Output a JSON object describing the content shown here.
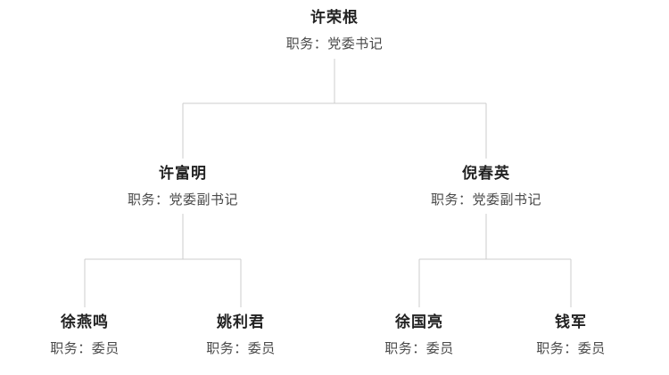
{
  "org_chart": {
    "type": "tree",
    "line_color": "#cccccc",
    "name_color": "#222222",
    "position_color": "#4a4a4a",
    "position_label_prefix": "职务：",
    "nodes": [
      {
        "id": "root",
        "name": "许荣根",
        "position": "职务：党委书记",
        "parent": null
      },
      {
        "id": "n1",
        "name": "许富明",
        "position": "职务：党委副书记",
        "parent": "root"
      },
      {
        "id": "n2",
        "name": "倪春英",
        "position": "职务：党委副书记",
        "parent": "root"
      },
      {
        "id": "n3",
        "name": "徐燕鸣",
        "position": "职务：委员",
        "parent": "n1"
      },
      {
        "id": "n4",
        "name": "姚利君",
        "position": "职务：委员",
        "parent": "n1"
      },
      {
        "id": "n5",
        "name": "徐国亮",
        "position": "职务：委员",
        "parent": "n2"
      },
      {
        "id": "n6",
        "name": "钱军",
        "position": "职务：委员",
        "parent": "n2"
      }
    ]
  }
}
